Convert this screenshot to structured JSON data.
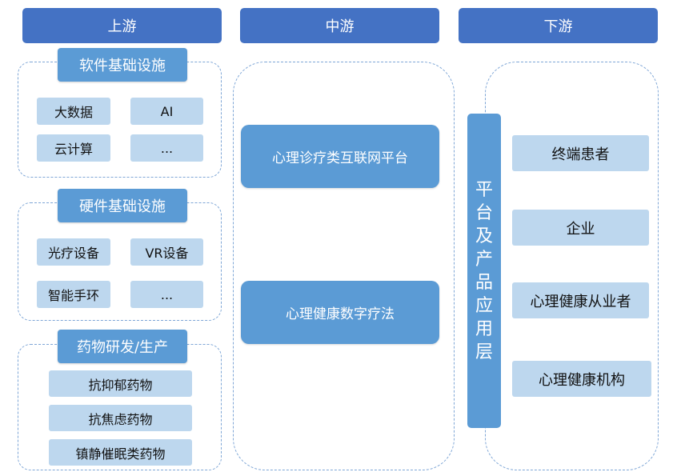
{
  "columns": {
    "upstream": {
      "header": "上游",
      "groups": [
        {
          "title": "软件基础设施",
          "items": [
            "大数据",
            "AI",
            "云计算",
            "..."
          ]
        },
        {
          "title": "硬件基础设施",
          "items": [
            "光疗设备",
            "VR设备",
            "智能手环",
            "..."
          ]
        },
        {
          "title": "药物研发/生产",
          "items": [
            "抗抑郁药物",
            "抗焦虑药物",
            "镇静催眠类药物"
          ]
        }
      ]
    },
    "midstream": {
      "header": "中游",
      "items": [
        "心理诊疗类互联网平台",
        "心理健康数字疗法"
      ]
    },
    "downstream": {
      "header": "下游",
      "platform_label": "平台及产品应用层",
      "items": [
        "终端患者",
        "企业",
        "心理健康从业者",
        "心理健康机构"
      ]
    }
  },
  "colors": {
    "header_bg": "#4472c4",
    "title_bg": "#5b9bd5",
    "item_bg": "#bdd7ee",
    "dashed_border": "#7ea6d6"
  }
}
